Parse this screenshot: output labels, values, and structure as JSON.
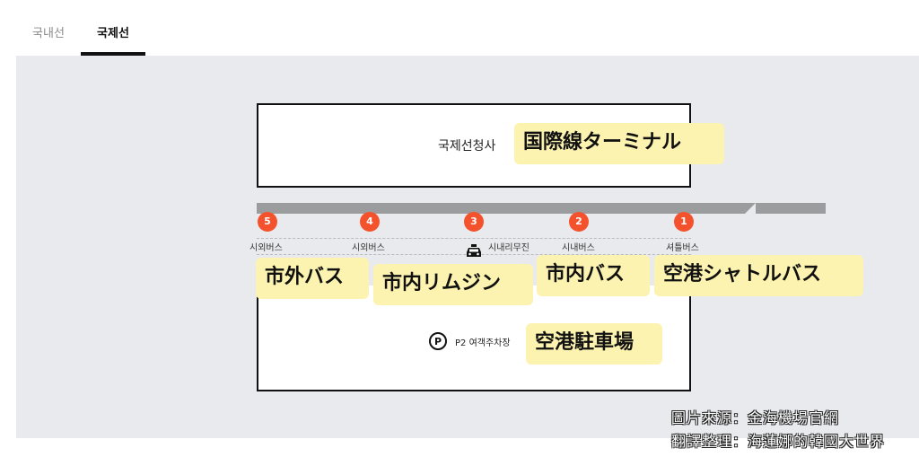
{
  "tabs": {
    "domestic": "국내선",
    "international": "국제선"
  },
  "map": {
    "terminal_label": "국제선청사",
    "stops": [
      {
        "number": "5",
        "label": "시외버스"
      },
      {
        "number": "4",
        "label": "시외버스"
      },
      {
        "number": "3",
        "label": "시내리무진"
      },
      {
        "number": "2",
        "label": "시내버스"
      },
      {
        "number": "1",
        "label": "셔틀버스"
      }
    ],
    "parking_label": "P2 여객주차장",
    "parking_icon": "P",
    "taxi_icon": "taxi-icon",
    "accent_color": "#f4522d"
  },
  "annotations": {
    "terminal": "国際線ターミナル",
    "intercity_bus": "市外バス",
    "city_limousine": "市内リムジン",
    "city_bus": "市内バス",
    "shuttle_bus": "空港シャトルバス",
    "parking": "空港駐車場"
  },
  "credits": {
    "source": "圖片來源：金海機場官網",
    "translation": "翻譯整理：海蓮娜的韓國大世界"
  }
}
